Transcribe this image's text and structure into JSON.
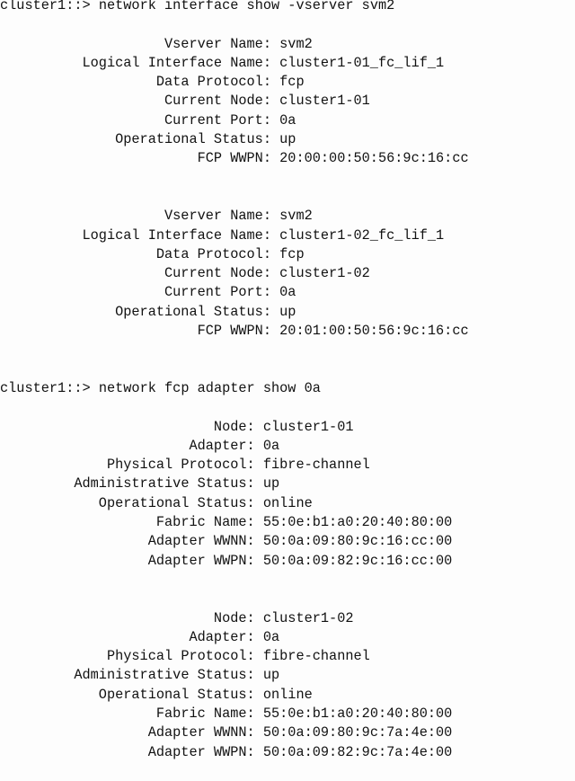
{
  "commands": [
    {
      "prompt": "cluster1::> network interface show -vserver svm2",
      "records": [
        [
          {
            "label": "Vserver Name:",
            "value": "svm2"
          },
          {
            "label": "Logical Interface Name:",
            "value": "cluster1-01_fc_lif_1"
          },
          {
            "label": "Data Protocol:",
            "value": "fcp"
          },
          {
            "label": "Current Node:",
            "value": "cluster1-01"
          },
          {
            "label": "Current Port:",
            "value": "0a"
          },
          {
            "label": "Operational Status:",
            "value": "up"
          },
          {
            "label": "FCP WWPN:",
            "value": "20:00:00:50:56:9c:16:cc"
          }
        ],
        [
          {
            "label": "Vserver Name:",
            "value": "svm2"
          },
          {
            "label": "Logical Interface Name:",
            "value": "cluster1-02_fc_lif_1"
          },
          {
            "label": "Data Protocol:",
            "value": "fcp"
          },
          {
            "label": "Current Node:",
            "value": "cluster1-02"
          },
          {
            "label": "Current Port:",
            "value": "0a"
          },
          {
            "label": "Operational Status:",
            "value": "up"
          },
          {
            "label": "FCP WWPN:",
            "value": "20:01:00:50:56:9c:16:cc"
          }
        ]
      ]
    },
    {
      "prompt": "cluster1::> network fcp adapter show 0a",
      "records": [
        [
          {
            "label": "Node:",
            "value": "cluster1-01"
          },
          {
            "label": "Adapter:",
            "value": "0a"
          },
          {
            "label": "Physical Protocol:",
            "value": "fibre-channel"
          },
          {
            "label": "Administrative Status:",
            "value": "up"
          },
          {
            "label": "Operational Status:",
            "value": "online"
          },
          {
            "label": "Fabric Name:",
            "value": "55:0e:b1:a0:20:40:80:00"
          },
          {
            "label": "Adapter WWNN:",
            "value": "50:0a:09:80:9c:16:cc:00"
          },
          {
            "label": "Adapter WWPN:",
            "value": "50:0a:09:82:9c:16:cc:00"
          }
        ],
        [
          {
            "label": "Node:",
            "value": "cluster1-02"
          },
          {
            "label": "Adapter:",
            "value": "0a"
          },
          {
            "label": "Physical Protocol:",
            "value": "fibre-channel"
          },
          {
            "label": "Administrative Status:",
            "value": "up"
          },
          {
            "label": "Operational Status:",
            "value": "online"
          },
          {
            "label": "Fabric Name:",
            "value": "55:0e:b1:a0:20:40:80:00"
          },
          {
            "label": "Adapter WWNN:",
            "value": "50:0a:09:80:9c:7a:4e:00"
          },
          {
            "label": "Adapter WWPN:",
            "value": "50:0a:09:82:9c:7a:4e:00"
          }
        ]
      ]
    }
  ]
}
